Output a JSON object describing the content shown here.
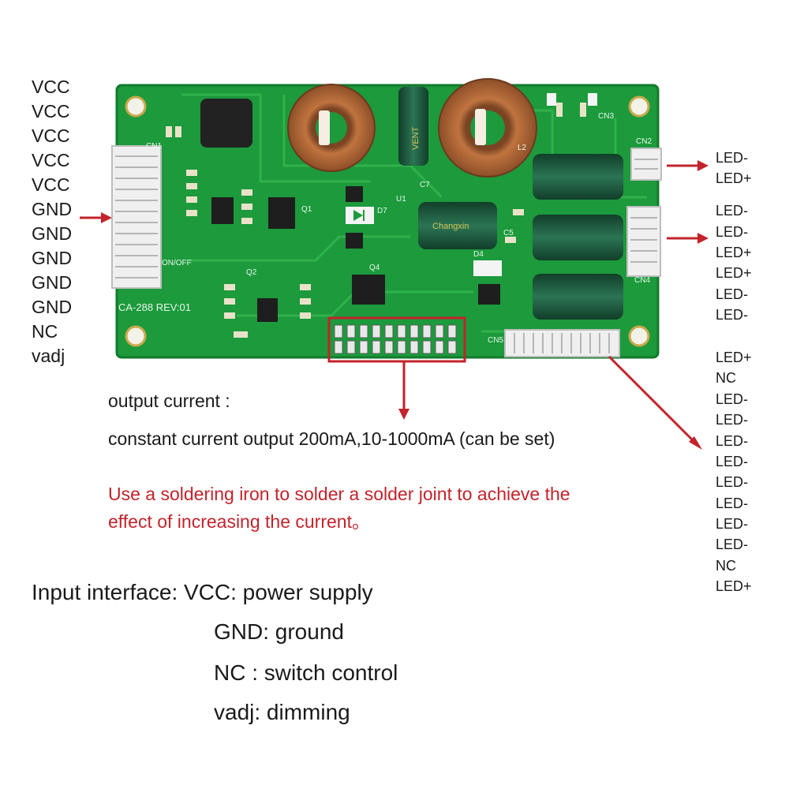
{
  "input_pins": [
    "VCC",
    "VCC",
    "VCC",
    "VCC",
    "VCC",
    "GND",
    "GND",
    "GND",
    "GND",
    "GND",
    "NC",
    "vadj"
  ],
  "output_pins_top": [
    "LED-",
    "LED+"
  ],
  "output_pins_mid": [
    "LED-",
    "LED-",
    "LED+",
    "LED+",
    "LED-",
    "LED-"
  ],
  "output_pins_bottom": [
    "LED+",
    "NC",
    "LED-",
    "LED-",
    "LED-",
    "LED-",
    "LED-",
    "LED-",
    "LED-",
    "LED-",
    "NC",
    "LED+"
  ],
  "board": {
    "model_label": "CA-288  REV:01",
    "silkscreen": {
      "cn1": "CN1",
      "cn2": "CN2",
      "cn3": "CN3",
      "cn4": "CN4",
      "cn5": "CN5",
      "on_off": "ON/OFF",
      "q1": "Q1",
      "q2": "Q2",
      "q4": "Q4",
      "u1": "U1",
      "d7": "D7",
      "c7": "C7",
      "c5": "C5",
      "l2": "L2",
      "d4": "D4"
    },
    "cap_brand": "Changxin",
    "cap_brand_alt": "VENT"
  },
  "output_current": {
    "title": "output current :",
    "detail": "constant current output 200mA,10-1000mA (can be set)"
  },
  "note": {
    "line1": "Use a soldering iron to solder a solder joint to achieve the",
    "line2": "effect of increasing the current。"
  },
  "interface": {
    "title": "Input interface: VCC: power supply",
    "gnd": "GND: ground",
    "nc": "NC  : switch control",
    "vadj": "vadj: dimming"
  },
  "colors": {
    "pcb": "#1c9a3c",
    "pcb_dark": "#137a2d",
    "trace": "#2fb24c",
    "arrow": "#c3232b",
    "connector": "#efefef",
    "capacitor": "#1d5a3e",
    "copper": "#b86a3a"
  }
}
